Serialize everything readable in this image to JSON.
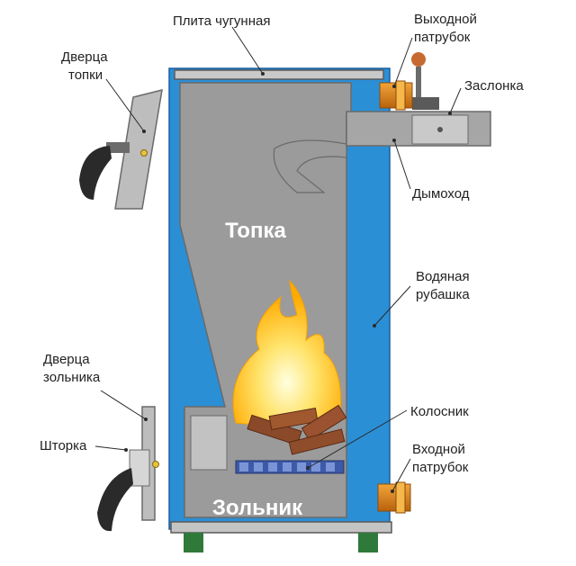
{
  "labels": {
    "cast_iron_plate": "Плита чугунная",
    "outlet_pipe": [
      "Выходной",
      "патрубок"
    ],
    "firebox_door": [
      "Дверца",
      "топки"
    ],
    "damper": "Заслонка",
    "chimney": "Дымоход",
    "water_jacket": [
      "Водяная",
      "рубашка"
    ],
    "ash_door": [
      "Дверца",
      "зольника"
    ],
    "shutter": "Шторка",
    "grate": "Колосник",
    "inlet_pipe": [
      "Входной",
      "патрубок"
    ],
    "firebox": "Топка",
    "ash_pit": "Зольник"
  },
  "colors": {
    "water_jacket": "#2b8fd6",
    "steel_body": "#9b9b9b",
    "flame": "#ffc400",
    "wood": "#8a4a2a",
    "pipe_fitting": "#e08a20",
    "feet": "#2f7a3a"
  }
}
